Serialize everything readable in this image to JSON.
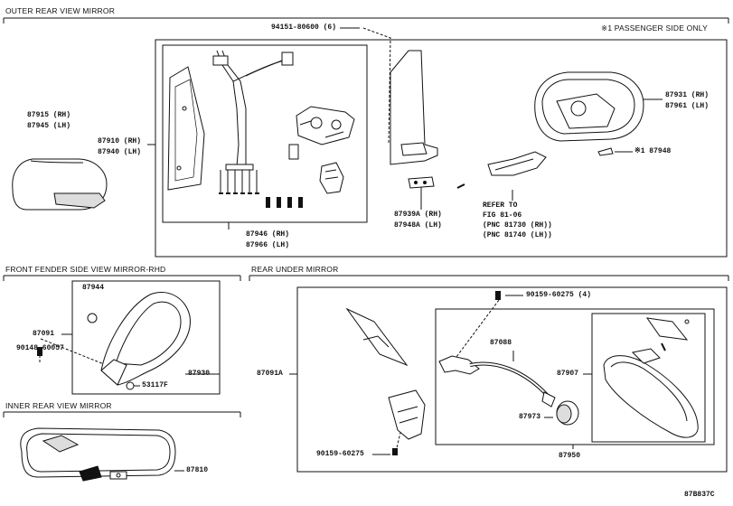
{
  "sections": {
    "outer": "OUTER REAR VIEW MIRROR",
    "front_fender": "FRONT FENDER SIDE VIEW MIRROR-RHD",
    "rear_under": "REAR UNDER MIRROR",
    "inner": "INNER REAR VIEW MIRROR"
  },
  "note_passenger": "※1 PASSENGER SIDE ONLY",
  "outer_parts": {
    "p87915": "87915 (RH)",
    "p87945": "87945 (LH)",
    "p87910": "87910 (RH)",
    "p87940": "87940 (LH)",
    "p87946": "87946 (RH)",
    "p87966": "87966 (LH)",
    "p94151": "94151-80600 (6)",
    "p87939": "87939A (RH)",
    "p87948a": "87948A (LH)",
    "refer1": "REFER TO",
    "refer2": "FIG 81-06",
    "refer3": "(PNC 81730 (RH))",
    "refer4": "(PNC 81740 (LH))",
    "p87931": "87931 (RH)",
    "p87961": "87961 (LH)",
    "p87948": "※1 87948"
  },
  "fender_parts": {
    "p87944": "87944",
    "p87091": "87091",
    "p90148": "90148-60057",
    "p87930": "87930",
    "p53117": "53117F"
  },
  "inner_parts": {
    "p87810": "87810"
  },
  "rear_under_parts": {
    "p87091a": "87091A",
    "p90159a": "90159-60275 (4)",
    "p87088": "87088",
    "p87907": "87907",
    "p87973": "87973",
    "p90159b": "90159-60275",
    "p87950": "87950"
  },
  "figure_code": "87B837C"
}
